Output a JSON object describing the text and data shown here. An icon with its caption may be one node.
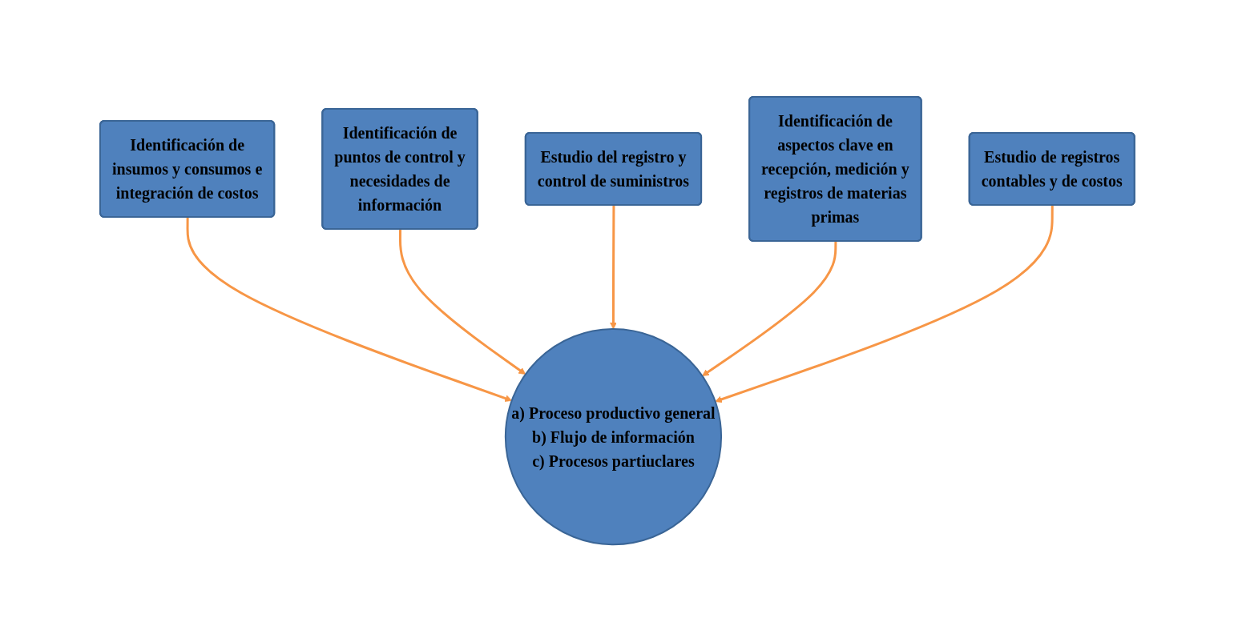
{
  "diagram": {
    "nodes": [
      {
        "text": [
          "Identificación de insumos y consumos e integración de costos"
        ]
      },
      {
        "text": [
          "Identificación de puntos de control y necesidades de información"
        ]
      },
      {
        "text": [
          "Estudio del registro y control de suministros"
        ]
      },
      {
        "text": [
          "Identificación de aspectos clave en recepción, medición y registros de materias primas"
        ]
      },
      {
        "text": [
          "a) Proceso productivo general",
          "b) Flujo de información",
          "c) Procesos partiuclares"
        ]
      },
      {
        "text": [
          "Estudio de registros contables y de costos"
        ]
      }
    ],
    "edges": [
      {
        "from": 0,
        "to": 4,
        "arrow": "to"
      },
      {
        "from": 1,
        "to": 4,
        "arrow": "to"
      },
      {
        "from": 2,
        "to": 4,
        "arrow": "to"
      },
      {
        "from": 3,
        "to": 4,
        "arrow": "to"
      },
      {
        "from": 5,
        "to": 4,
        "arrow": "to"
      }
    ]
  }
}
